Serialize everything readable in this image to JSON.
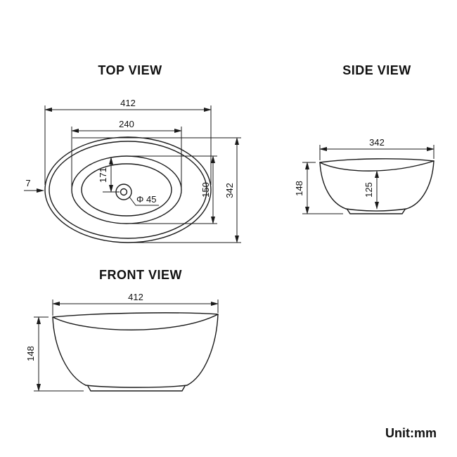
{
  "titles": {
    "top": "TOP VIEW",
    "side": "SIDE VIEW",
    "front": "FRONT VIEW"
  },
  "unit": "Unit:mm",
  "top_view": {
    "outer_width": "412",
    "inner_width": "240",
    "outer_depth": "342",
    "inner_depth": "150",
    "center_offset": "171",
    "rim_thickness": "7",
    "drain_diameter": "Φ 45"
  },
  "side_view": {
    "width": "342",
    "height": "148",
    "inner_depth": "125"
  },
  "front_view": {
    "width": "412",
    "height": "148"
  },
  "colors": {
    "line": "#1a1a1a",
    "background": "#ffffff"
  }
}
